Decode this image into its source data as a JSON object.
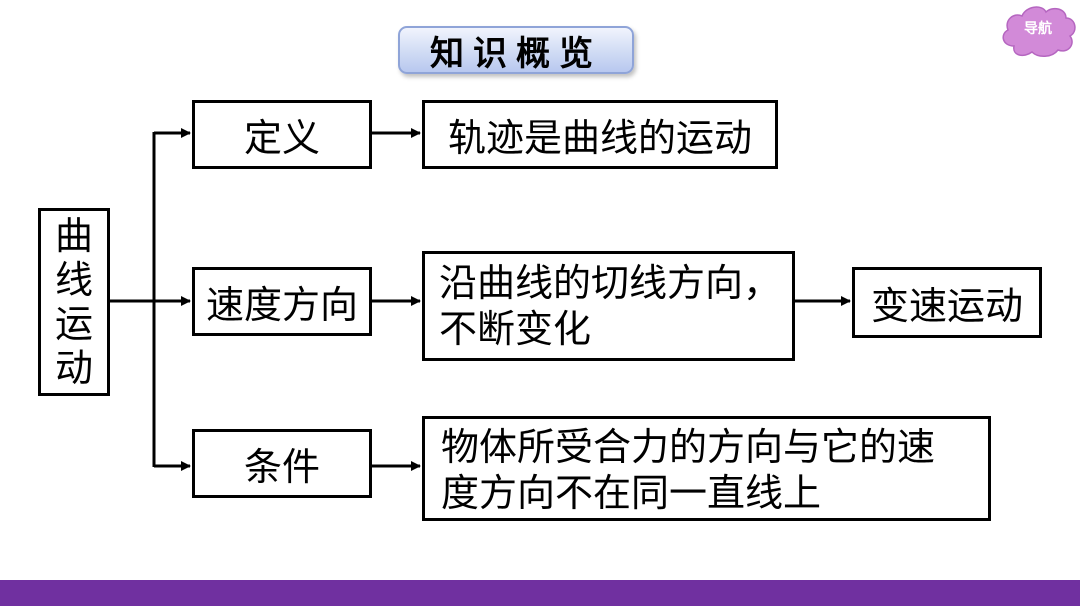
{
  "header": {
    "title": "知识概览",
    "nav_label": "导航"
  },
  "diagram": {
    "root": [
      "曲",
      "线",
      "运",
      "动"
    ],
    "branches": {
      "definition": {
        "label": "定义",
        "result": "轨迹是曲线的运动"
      },
      "velocity": {
        "label": "速度方向",
        "result_lines": [
          "沿曲线的切线方向，",
          "不断变化"
        ],
        "further": "变速运动"
      },
      "condition": {
        "label": "条件",
        "result_lines": [
          "物体所受合力的方向与它的速",
          "度方向不在同一直线上"
        ]
      }
    }
  },
  "colors": {
    "accent_bar": "#7030a0",
    "nav_cloud": "#d28ad8",
    "title_box": "#d0dbf4"
  }
}
